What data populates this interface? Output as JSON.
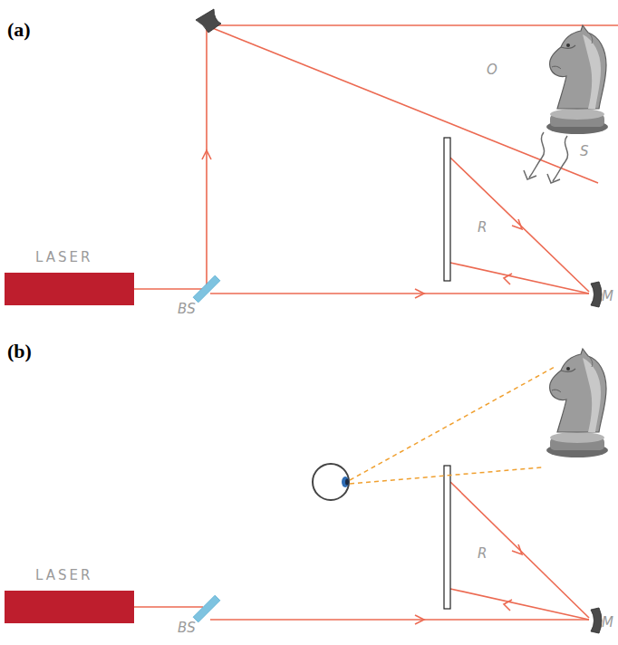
{
  "diagram": {
    "nodes": [
      {
        "text": [
          "LASER"
        ]
      },
      {
        "text": [
          "LASER"
        ]
      }
    ],
    "labels": [
      "(a)",
      "BS",
      "O",
      "S",
      "R",
      "M",
      "(b)",
      "BS",
      "R",
      "M"
    ]
  }
}
